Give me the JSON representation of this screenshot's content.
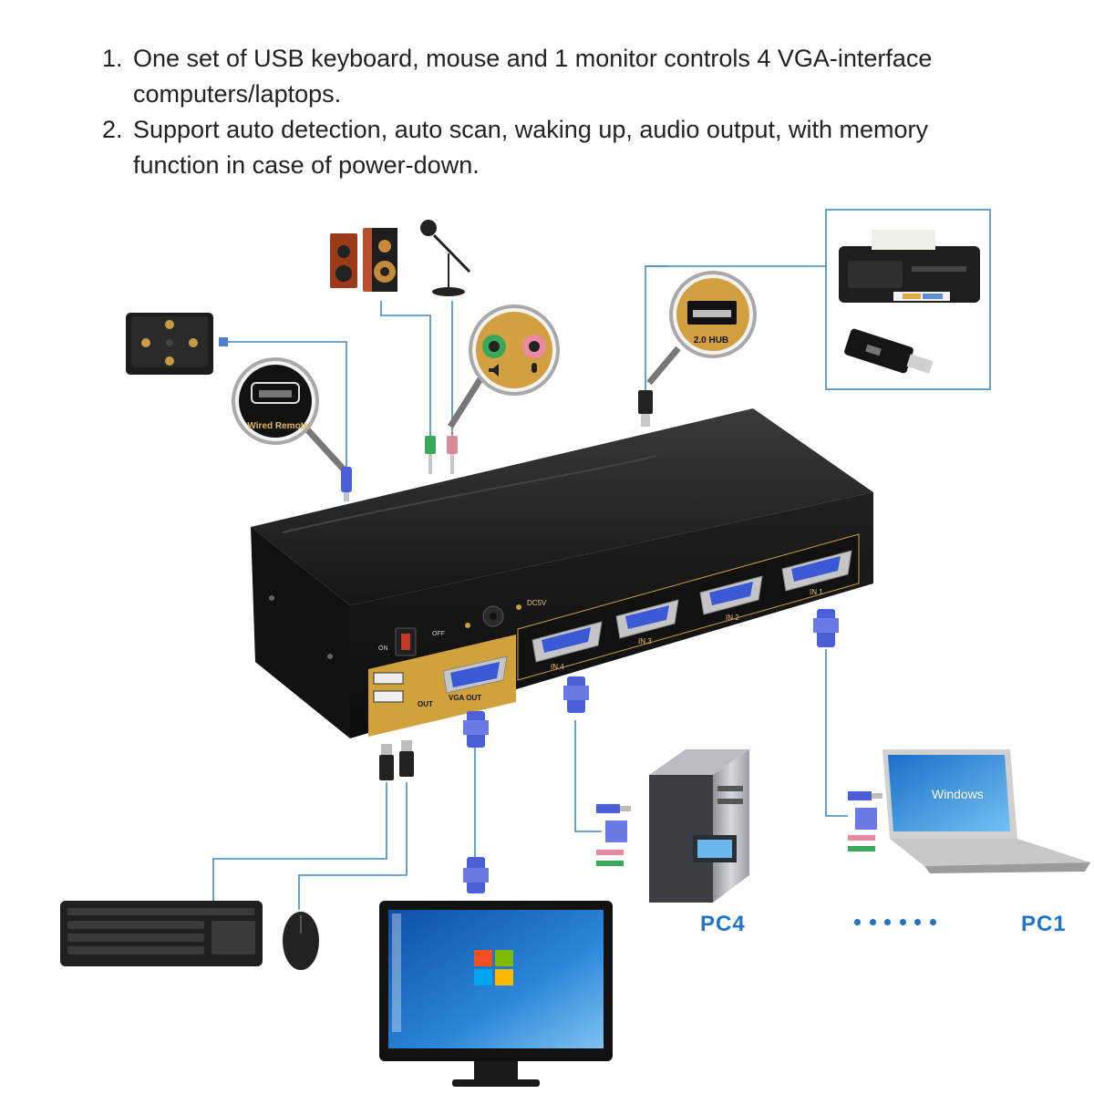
{
  "features": [
    {
      "number": "1.",
      "text": "One set of USB keyboard, mouse and 1 monitor controls 4 VGA-interface computers/laptops."
    },
    {
      "number": "2.",
      "text": "Support auto detection, auto scan, waking up, audio output, with memory function in case of power-down."
    }
  ],
  "device": {
    "power_on": "ON",
    "power_off": "OFF",
    "dc_label": "DC5V",
    "out_label": "OUT",
    "vga_out_label": "VGA OUT",
    "ports": [
      "IN 4",
      "IN 3",
      "IN 2",
      "IN 1"
    ]
  },
  "callouts": {
    "wired_remote": "Wired Remote",
    "usb_hub": "2.0 HUB"
  },
  "screen": {
    "os_label": "Windows"
  },
  "pcs": {
    "left": "PC4",
    "right": "PC1",
    "ellipsis_dots": 6
  },
  "colors": {
    "cable_blue": "#3f88c5",
    "pc_label": "#1f73c8",
    "vga_blue": "#4a5cd6",
    "gold": "#d1a23c",
    "device_body": "#161616"
  }
}
